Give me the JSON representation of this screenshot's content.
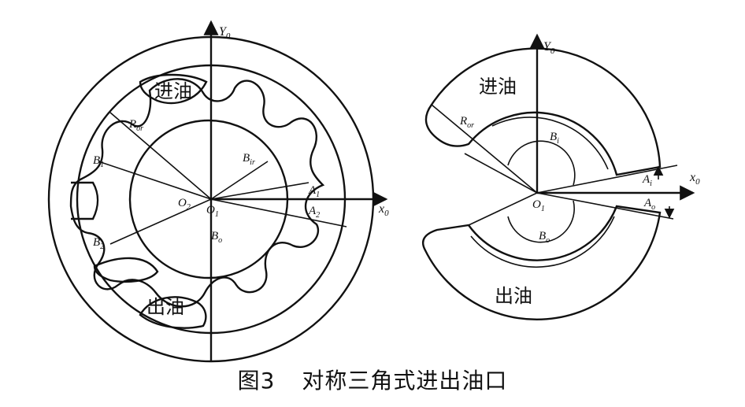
{
  "caption": {
    "figure_no": "图3",
    "title": "对称三角式进出油口"
  },
  "left_diagram": {
    "axis_y": "Y",
    "axis_y_sub": "0",
    "axis_x": "x",
    "axis_x_sub": "0",
    "inlet": "进油",
    "outlet": "出油",
    "labels": {
      "R": "R",
      "R_sub": "or",
      "B1": "B",
      "B1_sub": "1",
      "B2": "B",
      "B2_sub": "2",
      "Bir": "B",
      "Bir_sub": "ir",
      "Bo": "B",
      "Bo_sub": "o",
      "O2": "O",
      "O2_sub": "2",
      "O1": "O",
      "O1_sub": "1",
      "A1": "A",
      "A1_sub": "1",
      "A2": "A",
      "A2_sub": "2"
    }
  },
  "right_diagram": {
    "axis_y": "Y",
    "axis_y_sub": "0",
    "axis_x": "x",
    "axis_x_sub": "0",
    "inlet": "进油",
    "outlet": "出油",
    "labels": {
      "R": "R",
      "R_sub": "or",
      "Bi": "B",
      "Bi_sub": "i",
      "Bo": "B",
      "Bo_sub": "o",
      "O1": "O",
      "O1_sub": "1",
      "Ai": "A",
      "Ai_sub": "i",
      "Ao": "A",
      "Ao_sub": "o"
    }
  }
}
